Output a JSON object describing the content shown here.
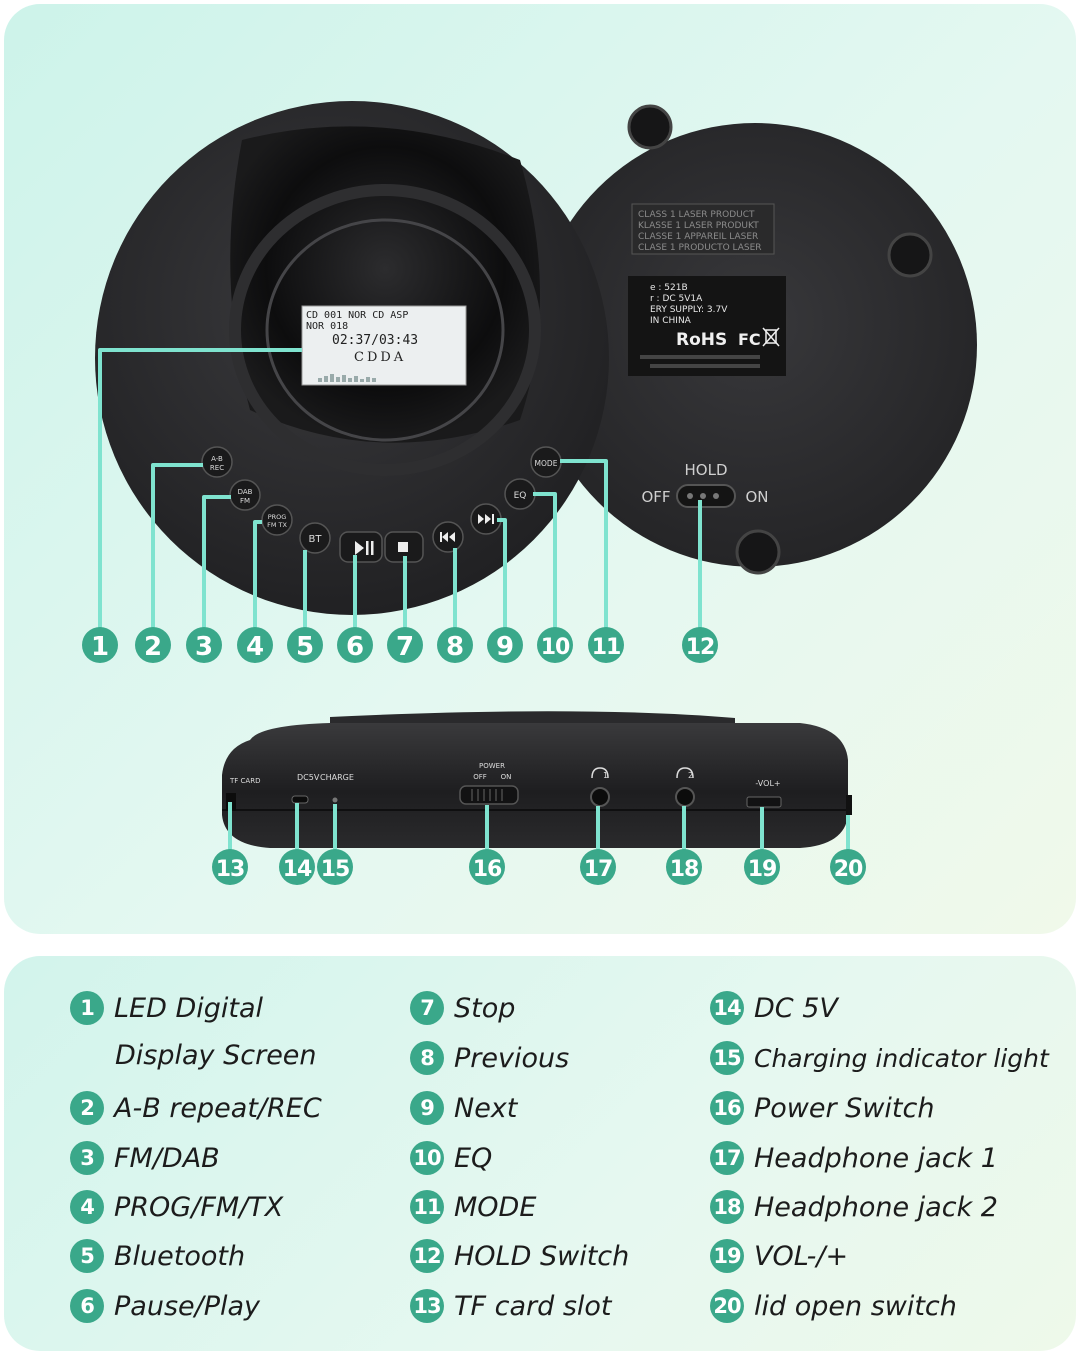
{
  "colors": {
    "accent": "#3aa88a",
    "device": "#2b2b2d",
    "leader": "#7fe3cf"
  },
  "lcd": {
    "row1": "CD  001 NOR  CD  ASP",
    "row2": "NOR 018",
    "time": "02:37/03:43",
    "mode": "CDDA"
  },
  "buttons": {
    "ab_rec": [
      "A-B",
      "REC"
    ],
    "dab_fm": [
      "DAB",
      "FM"
    ],
    "prog_fmtx": [
      "PROG",
      "FM TX"
    ],
    "bt": "BT",
    "eq": "EQ",
    "mode": "MODE",
    "play_pause_icon": "play-pause-icon",
    "stop_icon": "stop-icon",
    "previous_icon": "previous-icon",
    "next_icon": "next-icon"
  },
  "back_label": {
    "laser": [
      "CLASS 1 LASER PRODUCT",
      "KLASSE 1 LASER PRODUKT",
      "CLASSE 1 APPAREIL LASER",
      "CLASE 1 PRODUCTO LASER"
    ],
    "specs": [
      "e : 521B",
      "r : DC 5V1A",
      "ERY SUPPLY: 3.7V",
      "IN CHINA"
    ],
    "rohs": "RoHS",
    "fc": "FC"
  },
  "hold": {
    "label": "HOLD",
    "off": "OFF",
    "on": "ON"
  },
  "side": {
    "tf": "TF CARD",
    "dc": "DC5V",
    "charge": "CHARGE",
    "power": "POWER",
    "power_off": "OFF",
    "power_on": "ON",
    "hp1": "1",
    "hp2": "2",
    "vol": "-VOL+"
  },
  "callouts_top": [
    "1",
    "2",
    "3",
    "4",
    "5",
    "6",
    "7",
    "8",
    "9",
    "10",
    "11",
    "12"
  ],
  "callouts_side": [
    "13",
    "14",
    "15",
    "16",
    "17",
    "18",
    "19",
    "20"
  ],
  "legend": [
    {
      "num": "1",
      "label": "LED Digital"
    },
    {
      "num": "2",
      "label": "A-B repeat/REC"
    },
    {
      "num": "3",
      "label": "FM/DAB"
    },
    {
      "num": "4",
      "label": "PROG/FM/TX"
    },
    {
      "num": "5",
      "label": "Bluetooth"
    },
    {
      "num": "6",
      "label": "Pause/Play"
    },
    {
      "num": "7",
      "label": "Stop"
    },
    {
      "num": "8",
      "label": "Previous"
    },
    {
      "num": "9",
      "label": "Next"
    },
    {
      "num": "10",
      "label": "EQ"
    },
    {
      "num": "11",
      "label": "MODE"
    },
    {
      "num": "12",
      "label": "HOLD Switch"
    },
    {
      "num": "13",
      "label": "TF card slot"
    },
    {
      "num": "14",
      "label": "DC 5V"
    },
    {
      "num": "15",
      "label": "Charging indicator light"
    },
    {
      "num": "16",
      "label": "Power Switch"
    },
    {
      "num": "17",
      "label": "Headphone jack 1"
    },
    {
      "num": "18",
      "label": "Headphone jack 2"
    },
    {
      "num": "19",
      "label": "VOL-/+"
    },
    {
      "num": "20",
      "label": "lid open switch"
    }
  ],
  "legend_continuation": "Display Screen"
}
